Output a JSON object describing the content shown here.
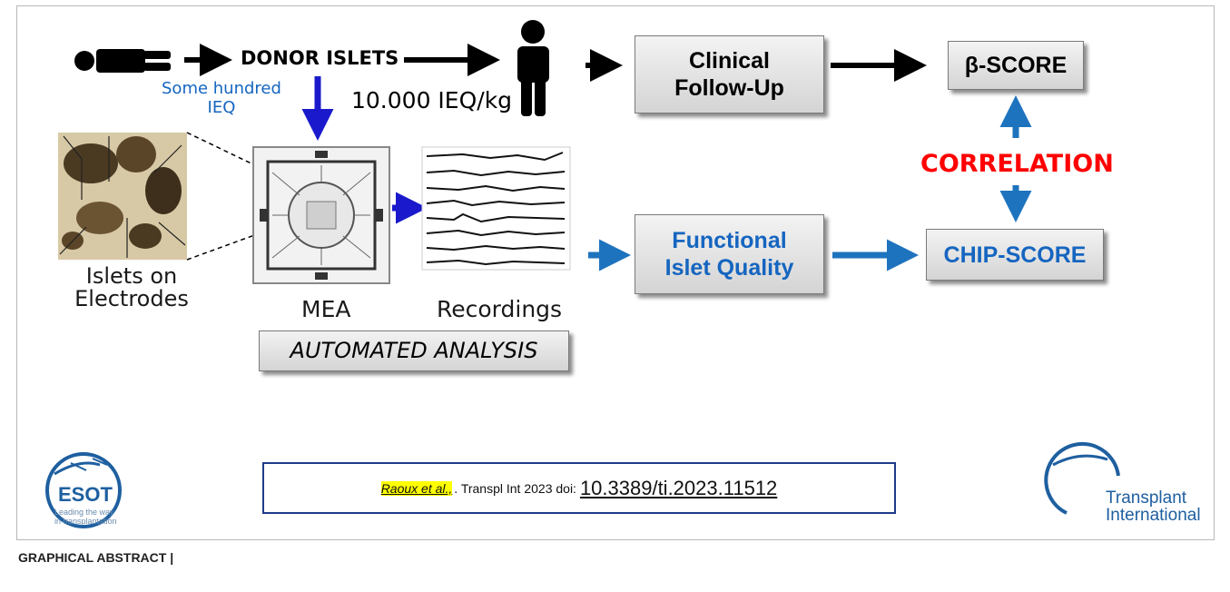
{
  "labels": {
    "donor_islets": "DONOR ISLETS",
    "some_hundred_1": "Some hundred",
    "some_hundred_2": "IEQ",
    "dose": "10.000 IEQ/kg",
    "islets_on_1": "Islets on",
    "islets_on_2": "Electrodes",
    "mea": "MEA",
    "recordings": "Recordings",
    "correlation": "CORRELATION"
  },
  "boxes": {
    "clinical_1": "Clinical",
    "clinical_2": "Follow-Up",
    "beta_score": "β-SCORE",
    "functional_1": "Functional",
    "functional_2": "Islet Quality",
    "chip_score": "CHIP-SCORE",
    "automated": "AUTOMATED ANALYSIS"
  },
  "citation": {
    "authors": "Raoux et al.,",
    "journal": ". Transpl Int 2023 doi:",
    "doi": "10.3389/ti.2023.11512"
  },
  "logos": {
    "esot_name": "ESOT",
    "esot_tag_1": "Leading the way",
    "esot_tag_2": "in transplantation",
    "ti_1": "Transplant",
    "ti_2": "International"
  },
  "footer": "GRAPHICAL ABSTRACT |",
  "colors": {
    "blue_text": "#1565c0",
    "blue_arrow": "#1e73be",
    "dark_blue_arrow": "#1a1acc",
    "red": "#ff0000"
  }
}
